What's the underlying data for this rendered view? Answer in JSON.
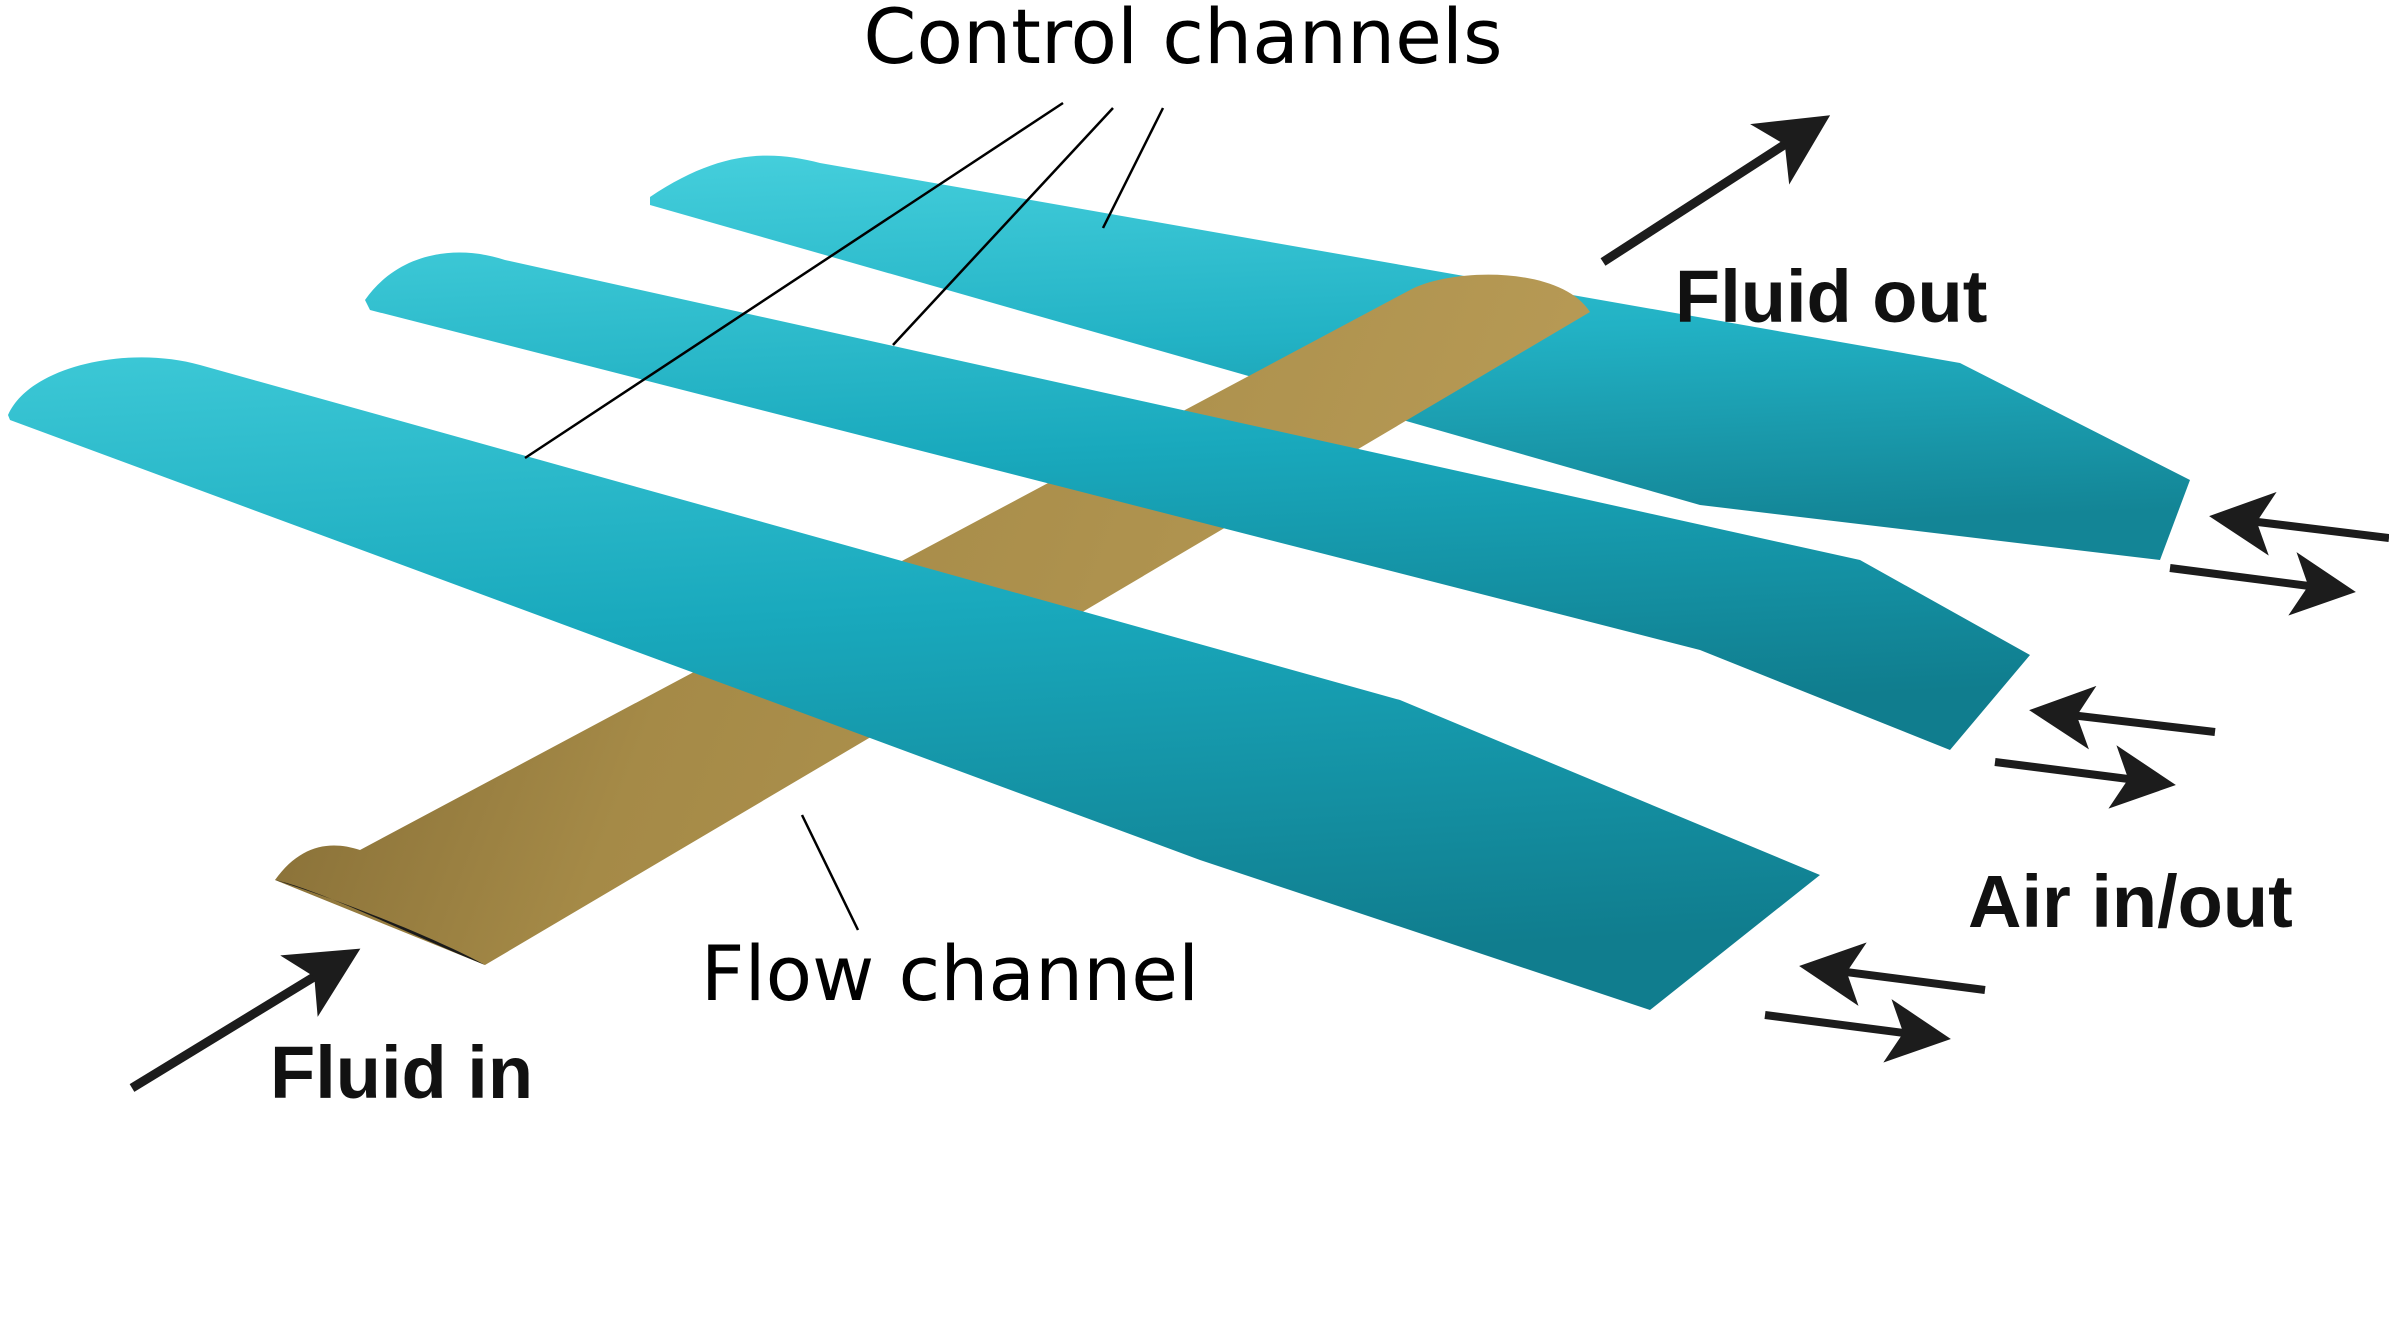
{
  "labels": {
    "control_channels": "Control channels",
    "flow_channel": "Flow channel",
    "fluid_out": "Fluid out",
    "fluid_in": "Fluid in",
    "air_in_out": "Air in/out"
  },
  "colors": {
    "control_channel": "#19a9bd",
    "control_channel_highlight": "#3cc8d6",
    "control_channel_shadow": "#107d8e",
    "flow_channel": "#a58a47",
    "flow_channel_shadow": "#7a6330",
    "flow_channel_opening": "#1a1a1a",
    "arrow": "#1c1c1c",
    "leader_line": "#000000"
  },
  "icons": {
    "arrow": "arrow-icon",
    "double_arrow": "double-arrow-icon"
  }
}
